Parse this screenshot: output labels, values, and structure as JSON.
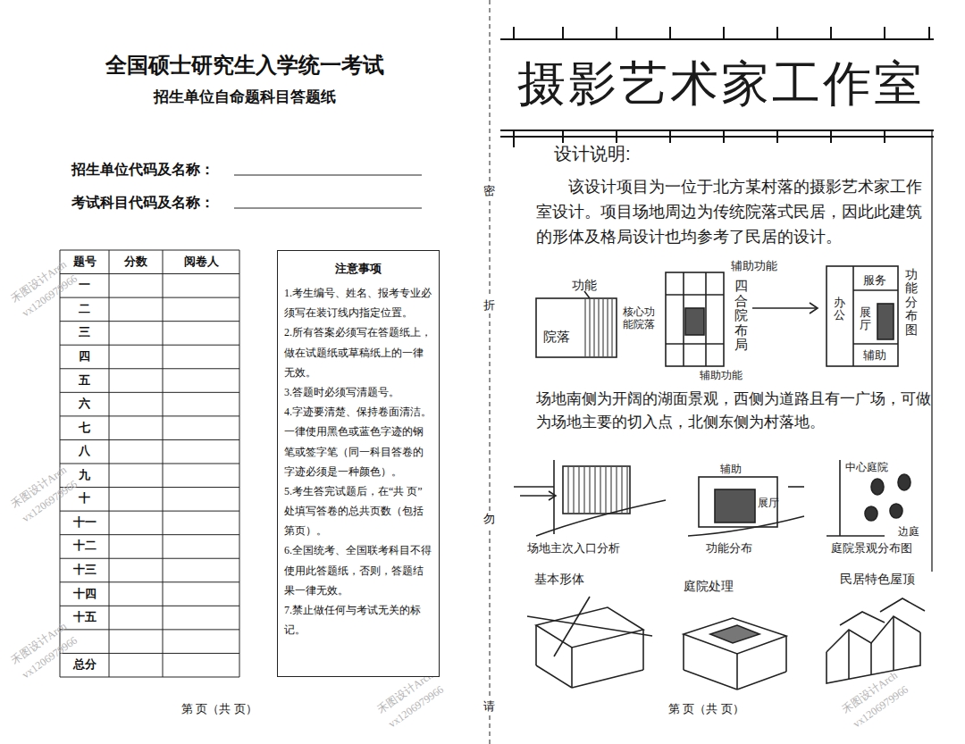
{
  "diagram": {
    "title": "全国硕士研究生入学统一考试",
    "nodes": [
      {
        "text": [
          "注意事项",
          "1.考生编号、姓名、报考专业必须写在装订线内指定位置。",
          "2.所有答案必须写在答题纸上，做在试题纸或草稿纸上的一律无效。",
          "3.答题时必须写清题号。",
          "4.字迹要清楚、保持卷面清洁。一律使用黑色或蓝色字迹的钢笔或签字笔（同一科目答卷的字迹必须是一种颜色）。",
          "5.考生答完试题后，在“共 页”处填写答卷的总共页数（包括第页）。",
          "6.全国统考、全国联考科目不得使用此答题纸，否则，答题结果一律无效。",
          "7.禁止做任何与考试无关的标记。"
        ]
      }
    ],
    "labels": [
      "招生单位自命题科目答题纸",
      "招生单位代码及名称：",
      "考试科目代码及名称：",
      "题号",
      "分数",
      "阅卷人",
      "一",
      "二",
      "三",
      "四",
      "五",
      "六",
      "七",
      "八",
      "九",
      "十",
      "十一",
      "十二",
      "十三",
      "十四",
      "十五",
      "总分",
      "第 页（共 页）",
      "第 页（共 页）",
      "密",
      "折",
      "勿",
      "请",
      "摄影艺术家工作室",
      "设计说明:",
      "该设计项目为一位于北方某村落的摄影艺术家工作室设计。项目场地周边为传统院落式民居，因此此建筑的形体及格局设计也均参考了民居的设计。",
      "功能",
      "院落",
      "核心功能院落",
      "辅助功能",
      "四合院布局",
      "辅助功能",
      "服务",
      "办公",
      "展厅",
      "辅助",
      "功能分布图",
      "场地南侧为开阔的湖面景观，西侧为道路且有一广场，可做为场地主要的切入点，北侧东侧为村落地。",
      "辅助",
      "展厅",
      "中心庭院",
      "边庭",
      "场地主次入口分析",
      "功能分布",
      "庭院景观分布图",
      "基本形体",
      "庭院处理",
      "民居特色屋顶",
      "禾图设计Arch",
      "vx1206979966",
      "禾图设计Arch",
      "vx1206979966",
      "禾图设计Arch",
      "vx1206979966",
      "禾图设计Arch",
      "vx1206979966",
      "禾图设计Arch",
      "vx1206979966"
    ]
  }
}
